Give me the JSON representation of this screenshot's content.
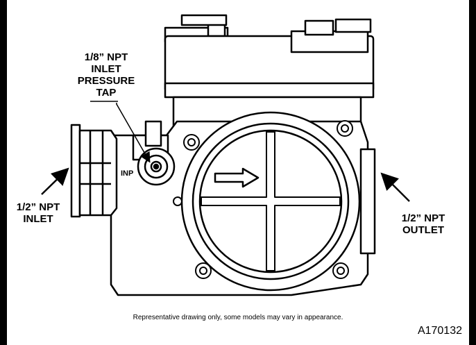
{
  "labels": {
    "pressure_tap": [
      "1/8” NPT",
      "INLET",
      "PRESSURE",
      "TAP"
    ],
    "inp": "INP",
    "inlet": [
      "1/2” NPT",
      "INLET"
    ],
    "outlet": [
      "1/2” NPT",
      "OUTLET"
    ]
  },
  "caption": "Representative drawing only, some models may vary in appearance.",
  "figure_id": "A170132"
}
